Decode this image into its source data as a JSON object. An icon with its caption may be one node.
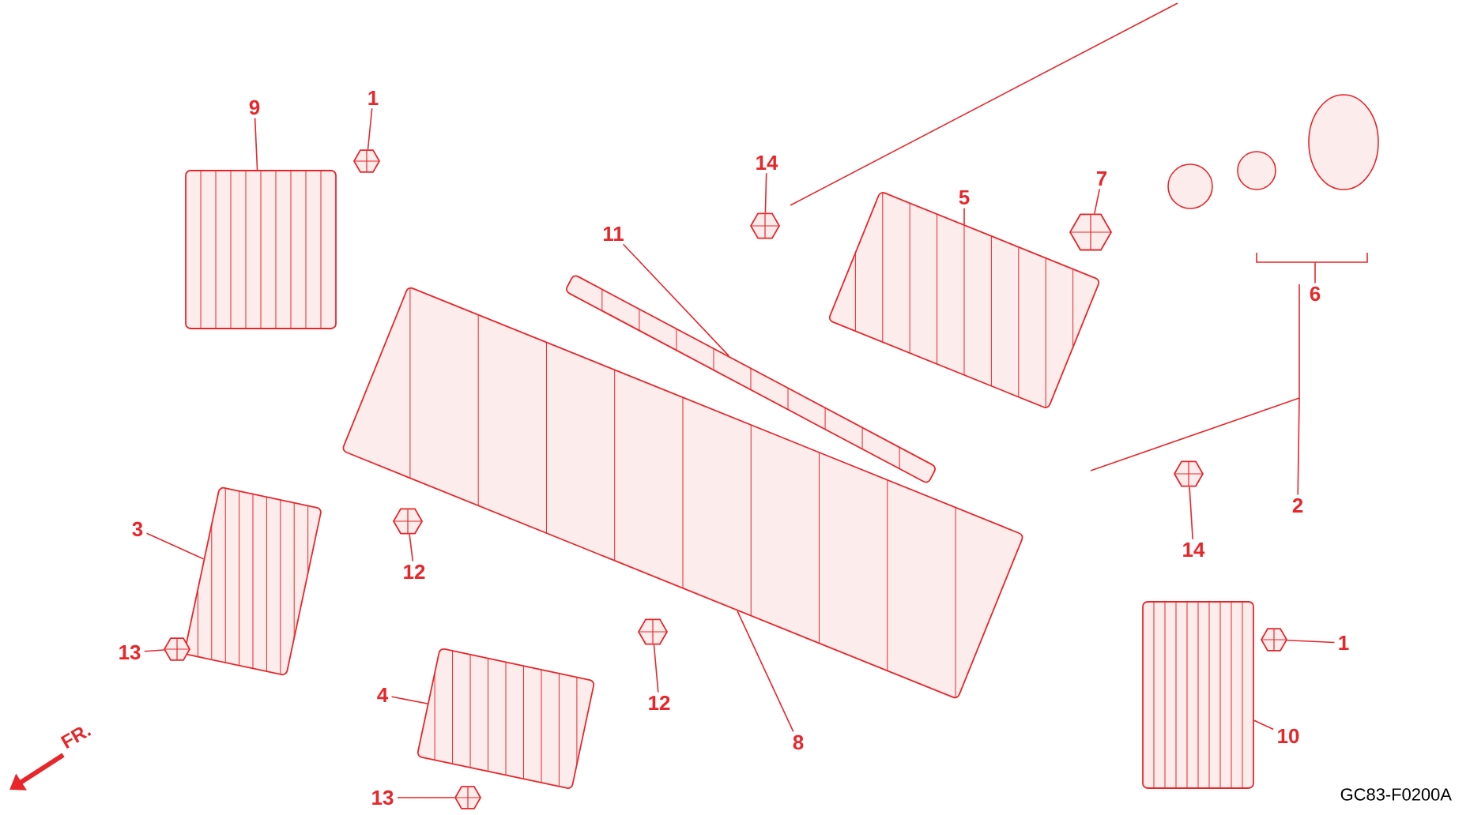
{
  "diagram": {
    "nodes": [
      {
        "text": [
          "9"
        ]
      },
      {
        "text": [
          "1"
        ]
      },
      {
        "text": [
          "14"
        ]
      },
      {
        "text": [
          "11"
        ]
      },
      {
        "text": [
          "5"
        ]
      },
      {
        "text": [
          "7"
        ]
      },
      {
        "text": [
          "6"
        ]
      },
      {
        "text": [
          "2"
        ]
      },
      {
        "text": [
          "3"
        ]
      },
      {
        "text": [
          "12"
        ]
      },
      {
        "text": [
          "14"
        ]
      },
      {
        "text": [
          "13"
        ]
      },
      {
        "text": [
          "4"
        ]
      },
      {
        "text": [
          "12"
        ]
      },
      {
        "text": [
          "8"
        ]
      },
      {
        "text": [
          "1"
        ]
      },
      {
        "text": [
          "10"
        ]
      },
      {
        "text": [
          "13"
        ]
      },
      {
        "text": [],
        "shape": "picture"
      },
      {
        "text": [],
        "shape": "picture"
      },
      {
        "text": [],
        "shape": "picture"
      },
      {
        "text": [],
        "shape": "picture"
      },
      {
        "text": [],
        "shape": "picture"
      },
      {
        "text": [],
        "shape": "picture"
      },
      {
        "text": [],
        "shape": "picture"
      },
      {
        "text": [],
        "shape": "picture"
      },
      {
        "text": [],
        "shape": "picture"
      },
      {
        "text": [],
        "shape": "picture"
      },
      {
        "text": [],
        "shape": "picture"
      },
      {
        "text": [],
        "shape": "picture"
      },
      {
        "text": [],
        "shape": "picture"
      },
      {
        "text": [],
        "shape": "picture"
      },
      {
        "text": [],
        "shape": "picture"
      },
      {
        "text": [],
        "shape": "picture"
      }
    ],
    "edges": [
      {
        "from": 0,
        "to": 18,
        "arrow": "none"
      },
      {
        "from": 1,
        "to": 19,
        "arrow": "none"
      },
      {
        "from": 2,
        "to": 20,
        "arrow": "none"
      },
      {
        "from": 3,
        "to": 21,
        "arrow": "none"
      },
      {
        "from": 4,
        "to": 22,
        "arrow": "none"
      },
      {
        "from": 5,
        "to": 23,
        "arrow": "none"
      },
      {
        "from": 6,
        "to": null,
        "arrow": "none"
      },
      {
        "from": 7,
        "to": null,
        "arrow": "none"
      },
      {
        "from": 8,
        "to": 24,
        "arrow": "none"
      },
      {
        "from": 9,
        "to": 25,
        "arrow": "none"
      },
      {
        "from": 10,
        "to": 26,
        "arrow": "none"
      },
      {
        "from": 11,
        "to": 27,
        "arrow": "none"
      },
      {
        "from": 12,
        "to": 28,
        "arrow": "none"
      },
      {
        "from": 13,
        "to": 29,
        "arrow": "none"
      },
      {
        "from": 14,
        "to": 30,
        "arrow": "none"
      },
      {
        "from": 15,
        "to": 31,
        "arrow": "none"
      },
      {
        "from": 16,
        "to": 32,
        "arrow": "none"
      },
      {
        "from": 17,
        "to": 33,
        "arrow": "none"
      }
    ],
    "labels": [
      "FR.",
      "GC83-F0200A"
    ]
  }
}
